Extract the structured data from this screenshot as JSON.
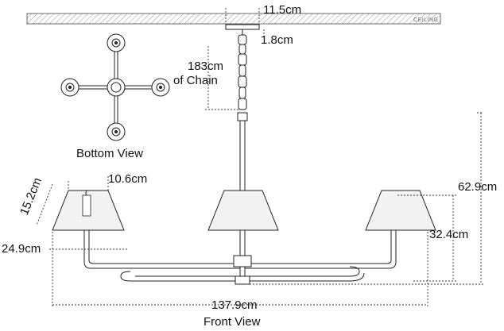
{
  "ceiling": {
    "label": "CEILING"
  },
  "dimensions": {
    "canopy_width": "11.5cm",
    "canopy_height": "1.8cm",
    "chain_length": "183cm",
    "chain_caption": "of Chain",
    "shade_top": "10.6cm",
    "shade_height": "15.2cm",
    "shade_bottom": "24.9cm",
    "overall_height": "62.9cm",
    "arm_height": "32.4cm",
    "overall_width": "137.9cm"
  },
  "views": {
    "bottom": "Bottom View",
    "front": "Front View"
  }
}
